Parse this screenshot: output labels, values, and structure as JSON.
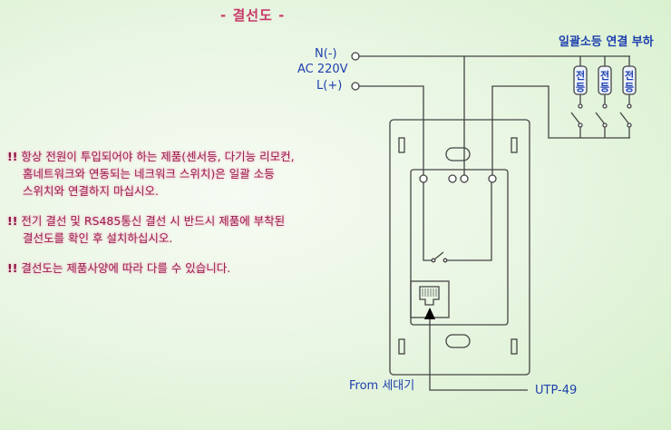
{
  "title": "- 결선도 -",
  "warnings": [
    {
      "mark": "!!",
      "lines": [
        "항상 전원이 투입되어야 하는 제품(센서등, 다기능 리모컨,",
        "홈네트워크와 연동되는 네크워크 스위치)은 일괄 소등",
        "스위치와 연결하지 마십시오."
      ]
    },
    {
      "mark": "!!",
      "lines": [
        "전기 결선 및 RS485통신 결선 시 반드시 제품에 부착된",
        "결선도를 확인 후 설치하십시오."
      ]
    },
    {
      "mark": "!!",
      "lines": [
        "결선도는 제품사양에 따라 다를 수 있습니다."
      ]
    }
  ],
  "diagram": {
    "neutral_label": "N(-)",
    "ac_label": "AC 220V",
    "live_label": "L(+)",
    "load_title": "일괄소등 연결 부하",
    "lamp_label_top": "전",
    "lamp_label_bottom": "등",
    "from_label": "From 세대기",
    "cable_label": "UTP-49"
  },
  "colors": {
    "title": "#c8386a",
    "warning_text": "#9a1f4d",
    "label_blue": "#1e3fae",
    "line": "#444444"
  }
}
